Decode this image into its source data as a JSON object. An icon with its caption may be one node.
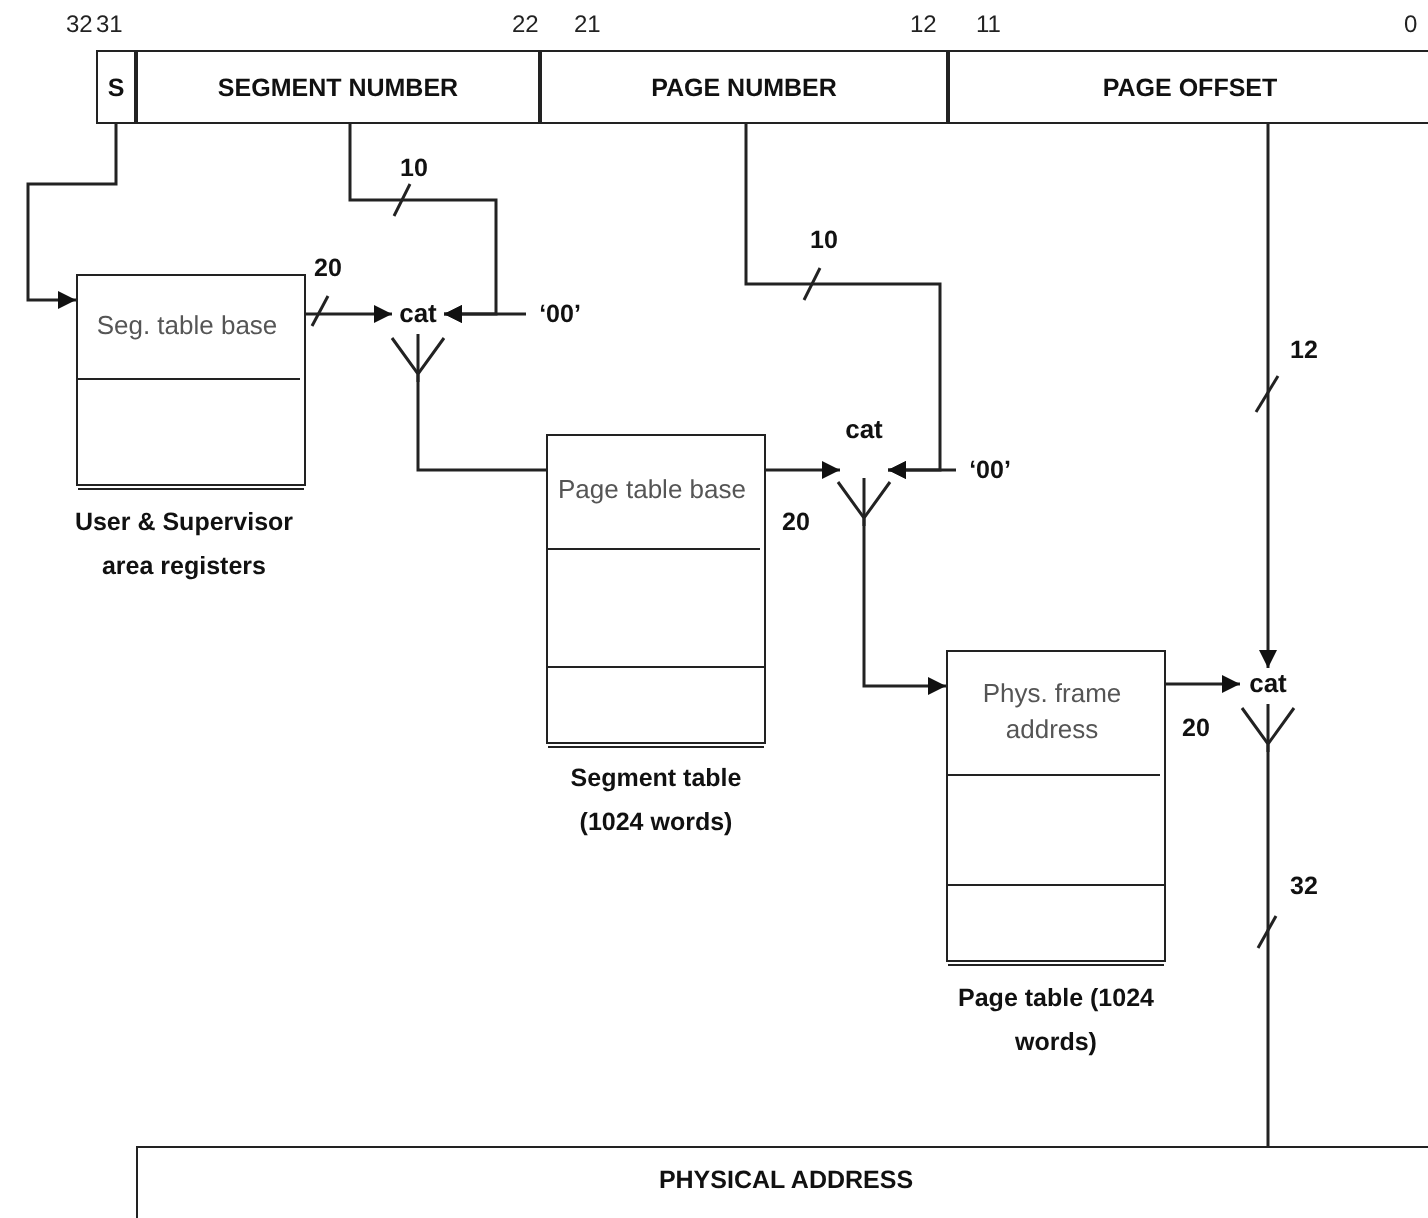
{
  "diagram": {
    "nodes": [
      {
        "text": [
          "S"
        ]
      },
      {
        "text": [
          "SEGMENT NUMBER"
        ]
      },
      {
        "text": [
          "PAGE NUMBER"
        ]
      },
      {
        "text": [
          "PAGE OFFSET"
        ]
      },
      {
        "text": [],
        "shape": "box",
        "beside": [
          "User & Supervisor area registers"
        ]
      },
      {
        "text": [
          "Seg. table base"
        ],
        "in": 4
      },
      {
        "text": [
          "cat"
        ]
      },
      {
        "text": [
          "‘00’"
        ]
      },
      {
        "text": [],
        "shape": "box",
        "beside": [
          "Segment table (1024 words)"
        ]
      },
      {
        "text": [
          "Page table base"
        ],
        "in": 8
      },
      {
        "text": [
          "cat"
        ]
      },
      {
        "text": [
          "‘00’"
        ]
      },
      {
        "text": [],
        "shape": "box",
        "beside": [
          "Page table (1024 words)"
        ]
      },
      {
        "text": [
          "Phys. frame address"
        ],
        "in": 12
      },
      {
        "text": [
          "cat"
        ]
      },
      {
        "text": [
          "PHYSICAL ADDRESS"
        ]
      }
    ],
    "edges": [
      {
        "from": 0,
        "to": 5,
        "arrow": "to"
      },
      {
        "from": 5,
        "to": 6,
        "arrow": "to",
        "label": "20"
      },
      {
        "from": 1,
        "to": 6,
        "arrow": "to",
        "label": "10"
      },
      {
        "from": 7,
        "to": 6,
        "arrow": "to"
      },
      {
        "from": 6,
        "to": 9,
        "arrow": "other"
      },
      {
        "from": 9,
        "to": 10,
        "arrow": "to",
        "label": "20"
      },
      {
        "from": 2,
        "to": 10,
        "arrow": "to",
        "label": "10"
      },
      {
        "from": 11,
        "to": 10,
        "arrow": "to"
      },
      {
        "from": 10,
        "to": 13,
        "arrow": "to"
      },
      {
        "from": 13,
        "to": 14,
        "arrow": "to",
        "label": "20"
      },
      {
        "from": 3,
        "to": 14,
        "arrow": "to",
        "label": "12"
      },
      {
        "from": 14,
        "to": 15,
        "arrow": "other",
        "label": "32"
      }
    ],
    "labels": [
      "32",
      "31",
      "22",
      "21",
      "12",
      "11",
      "0"
    ]
  }
}
